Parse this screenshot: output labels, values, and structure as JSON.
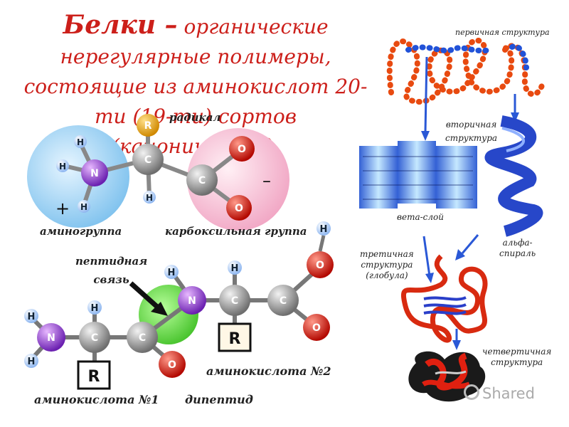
{
  "title": {
    "bold": "Белки –",
    "rest": " органические нерегулярные полимеры, состоящие из аминокислот 20-ти (19-ти) сортов (канонических)."
  },
  "labels": {
    "radical": "радикал",
    "amino_group": "аминогруппа",
    "carboxyl_group": "карбоксильная группа",
    "peptide_bond": "пептидная\nсвязь",
    "amino_acid_1": "аминокислота №1",
    "amino_acid_2": "аминокислота №2",
    "dipeptide": "дипептид",
    "primary": "первичная структура",
    "secondary": "вторичная\nструктура",
    "beta": "вета-слой",
    "alpha": "альфа-\nспираль",
    "tertiary": "третичная\nструктура\n(глобула)",
    "quaternary": "четвертичная\nструктура"
  },
  "atoms": {
    "H": "H",
    "N": "N",
    "C": "C",
    "O": "O",
    "R": "R",
    "plus": "+",
    "minus": "–"
  },
  "watermark": "Shared",
  "colors": {
    "title": "#cc1f1a",
    "nitrogen": "#8a2be2",
    "carbon": "#9a9a9a",
    "oxygen": "#e0140c",
    "radical": "#e8a21a",
    "hydrogen": "#2a7de0",
    "peptide": "#66dd44",
    "amino_sphere": "#a8d8f5",
    "carboxyl_sphere": "#f7c3d6",
    "helix": "#2747c9",
    "coil": "#d82a10"
  }
}
